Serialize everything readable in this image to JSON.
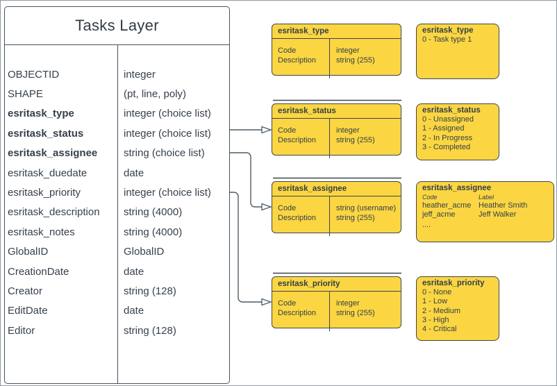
{
  "colors": {
    "shape_fill": "#FBD642",
    "shape_stroke": "#3D454C",
    "table_stroke": "#46525E",
    "text": "#353F4B",
    "connector": "#4E5A64",
    "canvas_border": "#8F979E"
  },
  "main_table": {
    "title": "Tasks Layer",
    "fields": [
      {
        "name": "OBJECTID",
        "type": "integer",
        "emphasis": false
      },
      {
        "name": "SHAPE",
        "type": "(pt, line, poly)",
        "emphasis": false
      },
      {
        "name": "esritask_type",
        "type": "integer (choice list)",
        "emphasis": true
      },
      {
        "name": "esritask_status",
        "type": "integer (choice list)",
        "emphasis": true
      },
      {
        "name": "esritask_assignee",
        "type": "string (choice list)",
        "emphasis": true
      },
      {
        "name": "esritask_duedate",
        "type": "date",
        "emphasis": false
      },
      {
        "name": "esritask_priority",
        "type": "integer (choice list)",
        "emphasis": false
      },
      {
        "name": "esritask_description",
        "type": "string (4000)",
        "emphasis": false
      },
      {
        "name": "esritask_notes",
        "type": "string (4000)",
        "emphasis": false
      },
      {
        "name": "GlobalID",
        "type": "GlobalID",
        "emphasis": false
      },
      {
        "name": "CreationDate",
        "type": "date",
        "emphasis": false
      },
      {
        "name": "Creator",
        "type": "string (128)",
        "emphasis": false
      },
      {
        "name": "EditDate",
        "type": "date",
        "emphasis": false
      },
      {
        "name": "Editor",
        "type": "string (128)",
        "emphasis": false
      }
    ]
  },
  "domain_tables": [
    {
      "title": "esritask_type",
      "rows": [
        {
          "field": "Code",
          "type": "integer"
        },
        {
          "field": "Description",
          "type": "string (255)"
        }
      ]
    },
    {
      "title": "esritask_status",
      "rows": [
        {
          "field": "Code",
          "type": "integer"
        },
        {
          "field": "Description",
          "type": "string (255)"
        }
      ]
    },
    {
      "title": "esritask_assignee",
      "rows": [
        {
          "field": "Code",
          "type": "string (username)"
        },
        {
          "field": "Description",
          "type": "string (255)"
        }
      ]
    },
    {
      "title": "esritask_priority",
      "rows": [
        {
          "field": "Code",
          "type": "integer"
        },
        {
          "field": "Description",
          "type": "string (255)"
        }
      ]
    }
  ],
  "value_lists": [
    {
      "title": "esritask_type",
      "items": [
        "0 - Task type 1"
      ]
    },
    {
      "title": "esritask_status",
      "items": [
        "0 - Unassigned",
        "1 - Assigned",
        "2 - In Progress",
        "3 - Completed"
      ]
    },
    {
      "title": "esritask_assignee",
      "columns": {
        "code": "Code",
        "label": "Label"
      },
      "rows": [
        {
          "code": "heather_acme",
          "label": "Heather Smith"
        },
        {
          "code": "jeff_acme",
          "label": "Jeff Walker"
        }
      ],
      "more": "...."
    },
    {
      "title": "esritask_priority",
      "items": [
        "0 - None",
        "1 - Low",
        "2 - Medium",
        "3 - High",
        "4 - Critical"
      ]
    }
  ]
}
